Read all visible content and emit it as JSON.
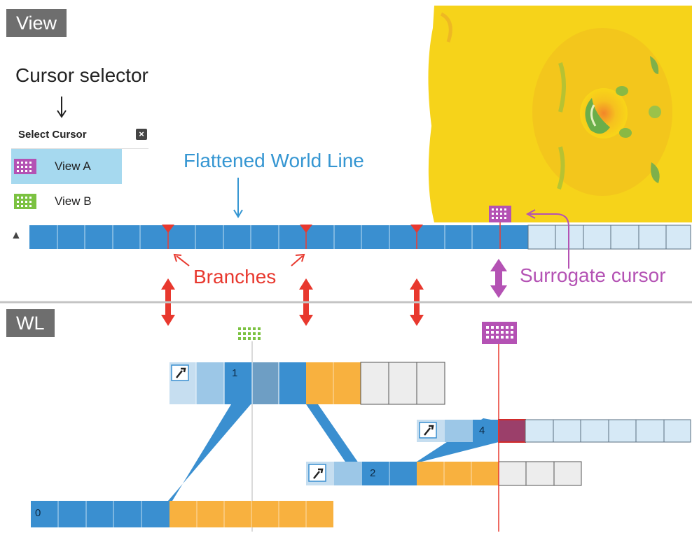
{
  "view_panel": {
    "tag": "View",
    "cursor_selector_label": "Cursor selector",
    "select_cursor_title": "Select Cursor",
    "close_glyph": "×",
    "cursors": [
      {
        "label": "View A",
        "color": "#b452b4",
        "active": true
      },
      {
        "label": "View B",
        "color": "#7cc242",
        "active": false
      }
    ],
    "world_line_label": "Flattened World Line",
    "branches_label": "Branches",
    "surrogate_label": "Surrogate cursor",
    "collapse_glyph": "▲"
  },
  "wl_panel": {
    "tag": "WL",
    "node_labels": [
      "0",
      "1",
      "2",
      "4"
    ]
  },
  "colors": {
    "blue": "#3a8fd0",
    "light_blue": "#d6e9f6",
    "mid_blue": "#9cc7e7",
    "orange": "#f8b13f",
    "gray": "#ededed",
    "red": "#e8382e",
    "purple": "#b452b4",
    "green": "#7cc242",
    "annotation_blue": "#3596d2"
  }
}
